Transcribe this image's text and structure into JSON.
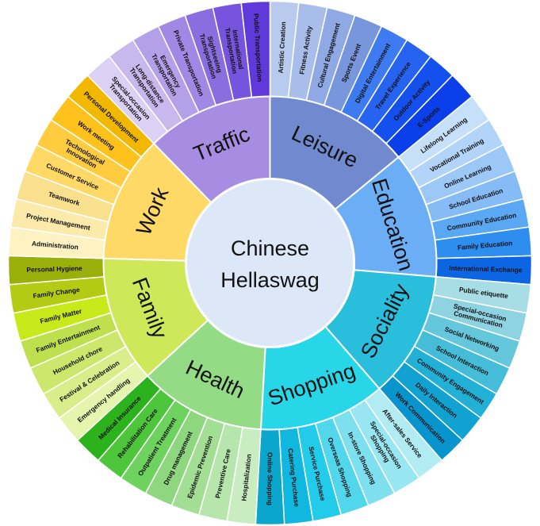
{
  "center": {
    "line1": "Chinese",
    "line2": "Hellaswag"
  },
  "categories": [
    {
      "id": "leisure",
      "label": "Leisure",
      "color": "#7189CE",
      "subs": [
        {
          "label": "Artistic Creation",
          "color": "#B8CAED"
        },
        {
          "label": "Fitness Activity",
          "color": "#A8BDEA"
        },
        {
          "label": "Cultural Engagement",
          "color": "#8FA9E4"
        },
        {
          "label": "Sports Event",
          "color": "#7896DC"
        },
        {
          "label": "Digital Entertainment",
          "color": "#3E7BF0"
        },
        {
          "label": "Travel Experience",
          "color": "#2563F0"
        },
        {
          "label": "Outdoor Activity",
          "color": "#1450EE"
        },
        {
          "label": "E-Sports",
          "color": "#0A3FEA"
        }
      ]
    },
    {
      "id": "education",
      "label": "Education",
      "color": "#6CAEF5",
      "subs": [
        {
          "label": "Lifelong Learning",
          "color": "#C7E0FA"
        },
        {
          "label": "Vocational Training",
          "color": "#B2D4F8"
        },
        {
          "label": "Online Learning",
          "color": "#9CC8F7"
        },
        {
          "label": "School Education",
          "color": "#86BCF5"
        },
        {
          "label": "Community Education",
          "color": "#5AA8F3"
        },
        {
          "label": "Family Education",
          "color": "#2E8EF0"
        },
        {
          "label": "International Exchange",
          "color": "#0C66E4"
        }
      ]
    },
    {
      "id": "sociality",
      "label": "Sociality",
      "color": "#28BEDC",
      "subs": [
        {
          "label": "Public etiquette",
          "color": "#A9DDE6"
        },
        {
          "label": "Special-occasion Communication",
          "color": "#8DD3E2"
        },
        {
          "label": "Social Networking",
          "color": "#64C7DC"
        },
        {
          "label": "School Interaction",
          "color": "#45BDD8"
        },
        {
          "label": "Community Engagement",
          "color": "#22B0D6"
        },
        {
          "label": "Daily Interaction",
          "color": "#12A2D2"
        },
        {
          "label": "Work Communication",
          "color": "#0894CC"
        }
      ]
    },
    {
      "id": "shopping",
      "label": "Shopping",
      "color": "#27D7E7",
      "subs": [
        {
          "label": "After-sales Service",
          "color": "#B2ECF3"
        },
        {
          "label": "Special-occasion Shopping",
          "color": "#98E6F1"
        },
        {
          "label": "In-store Shopping",
          "color": "#7EE0EE"
        },
        {
          "label": "Overseas Shopping",
          "color": "#52D6EC"
        },
        {
          "label": "Service Purchase",
          "color": "#22CBEA"
        },
        {
          "label": "Catering Purchase",
          "color": "#10B8E0"
        },
        {
          "label": "Online Shopping",
          "color": "#0AA6CC"
        }
      ]
    },
    {
      "id": "health",
      "label": "Health",
      "color": "#93DB85",
      "subs": [
        {
          "label": "Hospitalization",
          "color": "#C9EDC0"
        },
        {
          "label": "Preventive Care",
          "color": "#B6E6AB"
        },
        {
          "label": "Epidemic Prevention",
          "color": "#A2DE94"
        },
        {
          "label": "Drug management",
          "color": "#8ED77E"
        },
        {
          "label": "Outpatient Treatment",
          "color": "#6ED25E"
        },
        {
          "label": "Rehabilitation Care",
          "color": "#4DC63B"
        },
        {
          "label": "Medical Insurance",
          "color": "#2CB21C"
        }
      ]
    },
    {
      "id": "family",
      "label": "Family",
      "color": "#CFE85A",
      "subs": [
        {
          "label": "Emergency handling",
          "color": "#E6F5AE"
        },
        {
          "label": "Festival & Celebration",
          "color": "#D9EE8A"
        },
        {
          "label": "Household chore",
          "color": "#CCE76C"
        },
        {
          "label": "Family Entertainment",
          "color": "#BFE04E"
        },
        {
          "label": "Family Matter",
          "color": "#C8E91A"
        },
        {
          "label": "Family Change",
          "color": "#B3CB12"
        },
        {
          "label": "Personal Hygiene",
          "color": "#9AB00A"
        }
      ]
    },
    {
      "id": "work",
      "label": "Work",
      "color": "#FFD966",
      "subs": [
        {
          "label": "Administration",
          "color": "#FFF2C2"
        },
        {
          "label": "Project Management",
          "color": "#FCEAAA"
        },
        {
          "label": "Teamwork",
          "color": "#F8E08E"
        },
        {
          "label": "Customer Service",
          "color": "#FFD866"
        },
        {
          "label": "Technological Innovation",
          "color": "#FFCC40"
        },
        {
          "label": "Work meeting",
          "color": "#FFC21C"
        },
        {
          "label": "Personal Development",
          "color": "#F2B800"
        }
      ]
    },
    {
      "id": "traffic",
      "label": "Traffic",
      "color": "#A78DE2",
      "subs": [
        {
          "label": "Special-occasion Transportation",
          "color": "#DCD1F4"
        },
        {
          "label": "Long-distance Transportation",
          "color": "#C8B8EE"
        },
        {
          "label": "Emergency Transportation",
          "color": "#B4A0E8"
        },
        {
          "label": "Private Transportation",
          "color": "#A088E4"
        },
        {
          "label": "Sightseeing Transportation",
          "color": "#8A6EE0"
        },
        {
          "label": "International Transportation",
          "color": "#7654DE"
        },
        {
          "label": "Public Transportation",
          "color": "#6039DA"
        }
      ]
    }
  ]
}
